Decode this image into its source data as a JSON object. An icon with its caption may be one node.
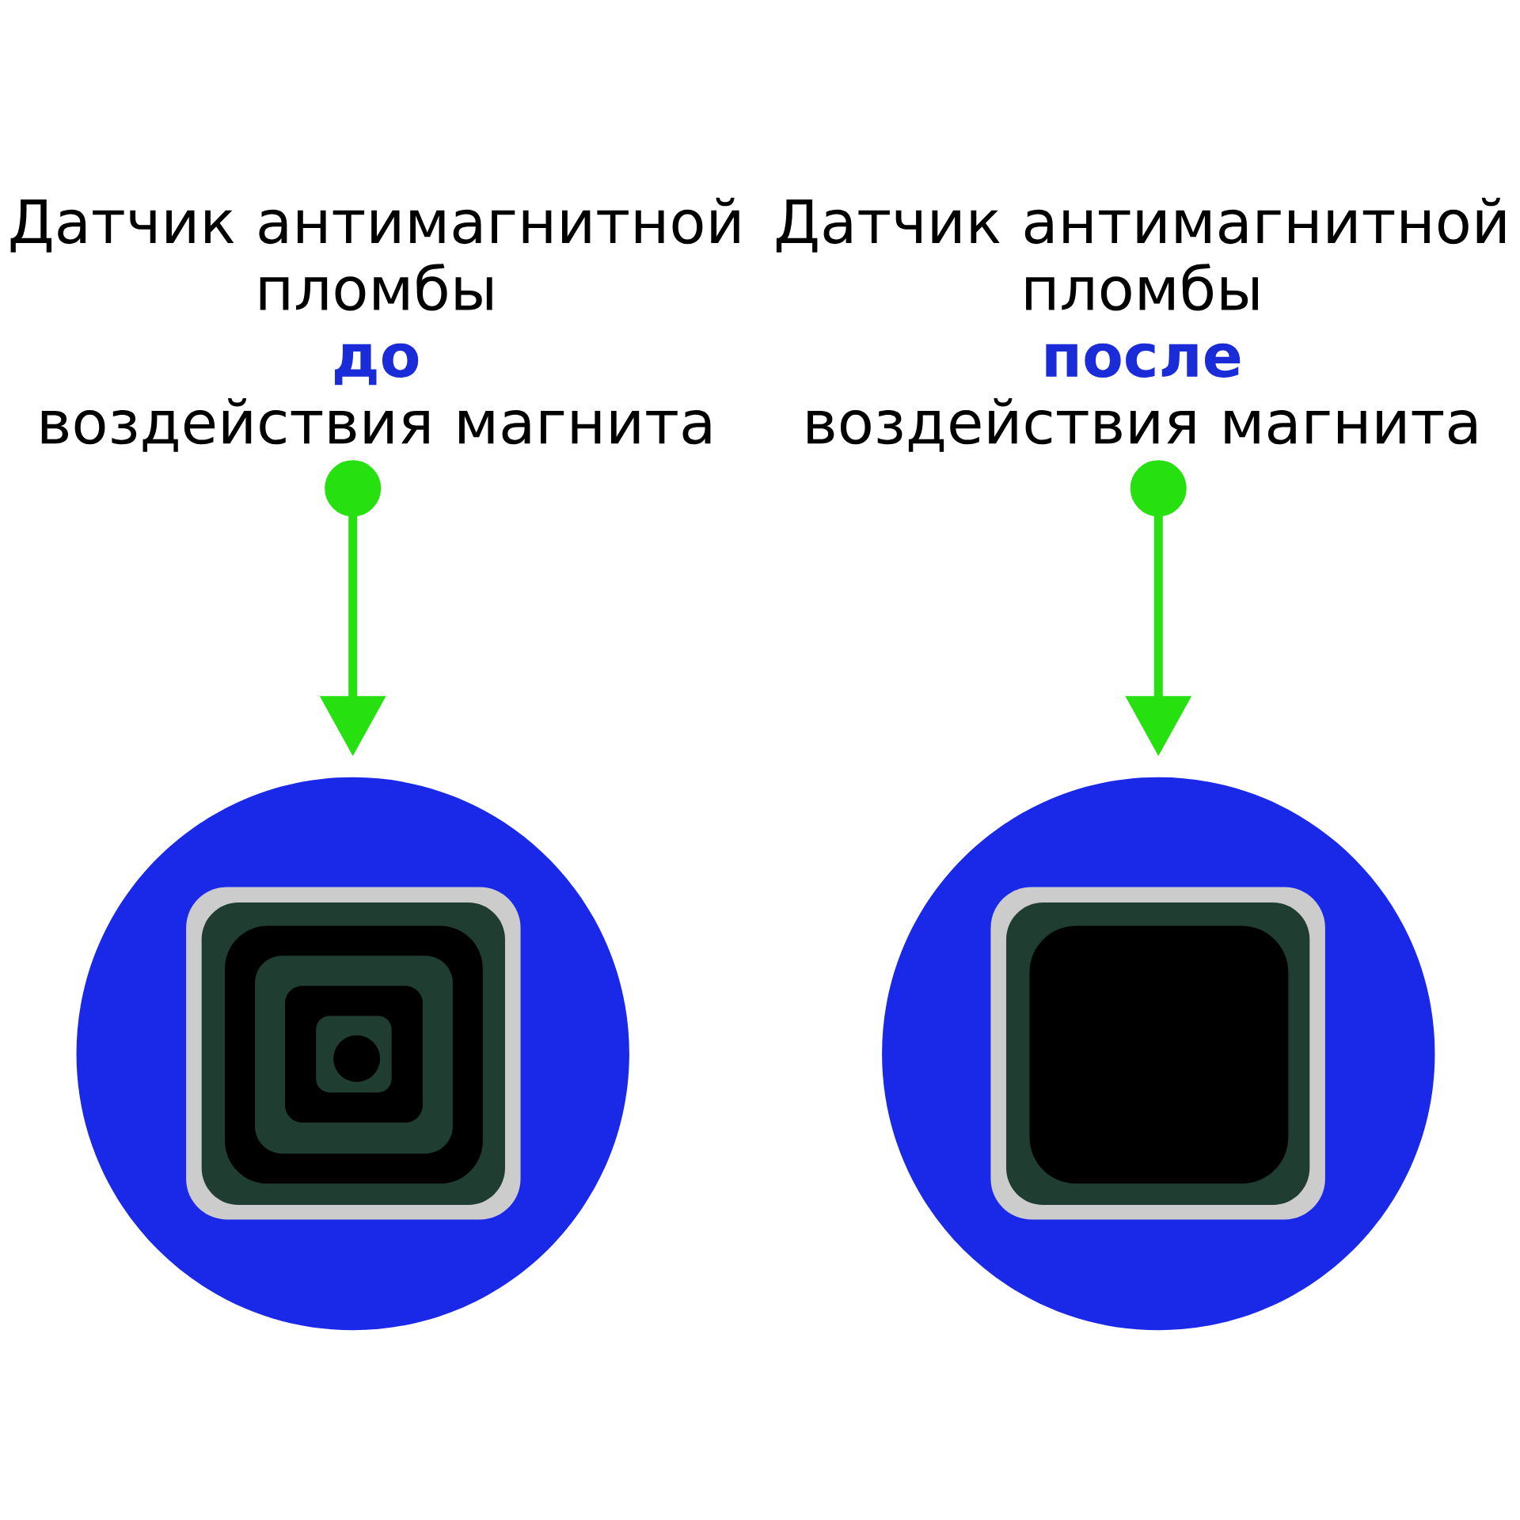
{
  "diagram": {
    "nodes": [
      {
        "text": [
          "Датчик антимагнитной пломбы",
          "до",
          "воздействия магнита"
        ]
      },
      {
        "text": [],
        "shape": "circle"
      },
      {
        "text": [
          "Датчик антимагнитной пломбы",
          "после",
          "воздействия магнита"
        ]
      },
      {
        "text": [],
        "shape": "circle"
      }
    ],
    "edges": [
      {
        "from": 0,
        "to": 1,
        "arrow": "to",
        "color": "#27e010"
      },
      {
        "from": 2,
        "to": 3,
        "arrow": "to",
        "color": "#27e010"
      }
    ]
  }
}
